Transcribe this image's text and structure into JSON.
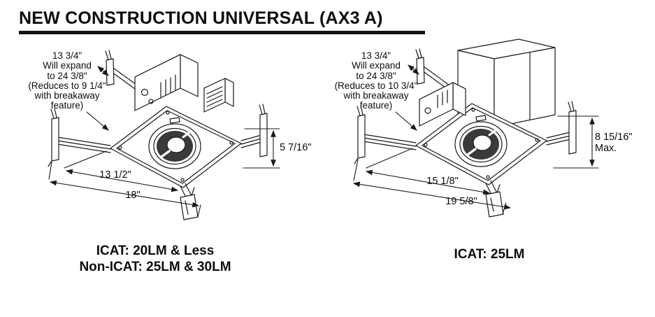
{
  "title": "NEW CONSTRUCTION UNIVERSAL (AX3 A)",
  "left": {
    "note_lines": [
      "13 3/4\"",
      "Will expand",
      "to 24 3/8\"",
      "(Reduces to 9 1/4\"",
      "with breakaway",
      "feature)"
    ],
    "height_dim": "5 7/16\"",
    "width_inner": "13 1/2\"",
    "width_outer": "18\"",
    "caption": [
      "ICAT: 20LM & Less",
      "Non-ICAT: 25LM & 30LM"
    ]
  },
  "right": {
    "note_lines": [
      "13 3/4\"",
      "Will expand",
      "to 24 3/8\"",
      "(Reduces to 10 3/4\"",
      "with breakaway",
      "feature)"
    ],
    "height_dim": "8 15/16\"",
    "height_dim_note": "Max.",
    "width_inner": "15 1/8\"",
    "width_outer": "19 5/8\"",
    "caption": [
      "ICAT: 25LM"
    ]
  }
}
